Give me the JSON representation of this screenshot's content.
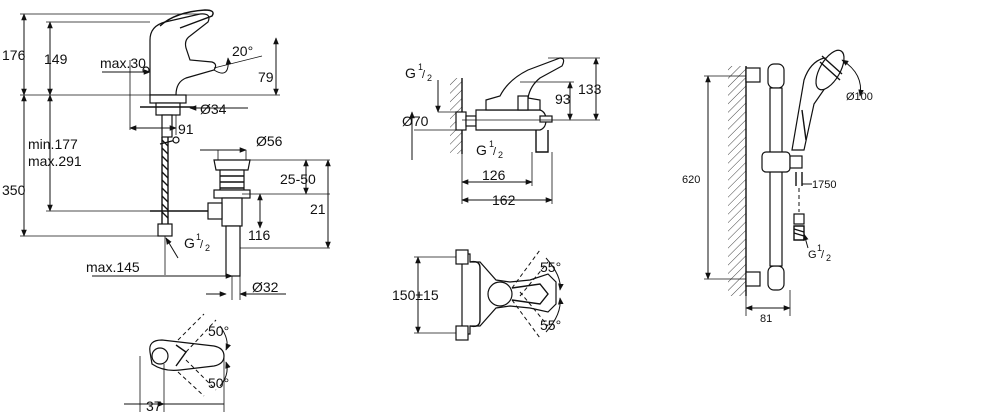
{
  "basin_mixer": {
    "dims": {
      "d176": "176",
      "d149": "149",
      "max30": "max.30",
      "angle20": "20°",
      "d79": "79",
      "dia34": "Ø34",
      "d91": "91",
      "min177": "min.177",
      "max291": "max.291",
      "d350": "350",
      "dia56": "Ø56",
      "range25_50": "25-50",
      "d21": "21",
      "d116": "116",
      "max145": "max.145",
      "dia32": "Ø32",
      "g_base": "G",
      "g_sup": "1",
      "g_sub": "2"
    }
  },
  "basin_top_view": {
    "dims": {
      "angle_top": "50°",
      "angle_bottom": "50°",
      "d37": "37"
    }
  },
  "bath_mixer": {
    "dims": {
      "g_top_base": "G",
      "g_top_sup": "1",
      "g_top_sub": "2",
      "dia70": "Ø70",
      "d133": "133",
      "d93": "93",
      "g_mid_base": "G",
      "g_mid_sup": "1",
      "g_mid_sub": "2",
      "d126": "126",
      "d162": "162"
    }
  },
  "bath_front_view": {
    "dims": {
      "d150": "150±15",
      "angle_top": "55°",
      "angle_bottom": "55°"
    }
  },
  "shower_set": {
    "dims": {
      "dia100": "Ø100",
      "d620": "620",
      "d1750": "1750",
      "g_base": "G",
      "g_sup": "1",
      "g_sub": "2",
      "d81": "81"
    }
  }
}
